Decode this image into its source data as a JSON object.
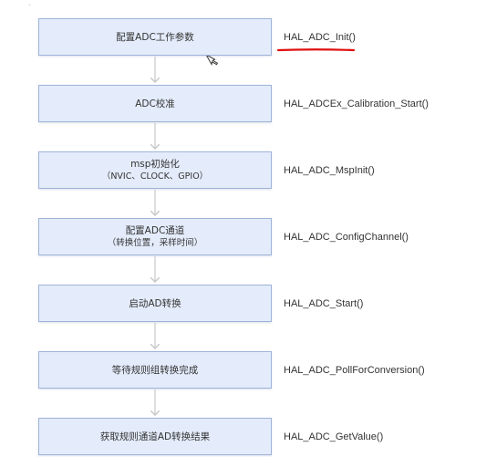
{
  "steps": [
    {
      "label": "配置ADC工作参数",
      "sublabel": "",
      "function": "HAL_ADC_Init()"
    },
    {
      "label": "ADC校准",
      "sublabel": "",
      "function": "HAL_ADCEx_Calibration_Start()"
    },
    {
      "label": "msp初始化",
      "sublabel": "（NVIC、CLOCK、GPIO）",
      "function": "HAL_ADC_MspInit()"
    },
    {
      "label": "配置ADC通道",
      "sublabel": "（转换位置，采样时间）",
      "function": "HAL_ADC_ConfigChannel()"
    },
    {
      "label": "启动AD转换",
      "sublabel": "",
      "function": "HAL_ADC_Start()"
    },
    {
      "label": "等待规则组转换完成",
      "sublabel": "",
      "function": "HAL_ADC_PollForConversion()"
    },
    {
      "label": "获取规则通道AD转换结果",
      "sublabel": "",
      "function": "HAL_ADC_GetValue()"
    }
  ],
  "colors": {
    "box_fill": "#e4ecfb",
    "box_border": "#9fb3d9",
    "arrow": "#c8c8c8",
    "annotation": "#e01010"
  },
  "icons": {
    "cursor": "mouse-pointer-icon"
  }
}
